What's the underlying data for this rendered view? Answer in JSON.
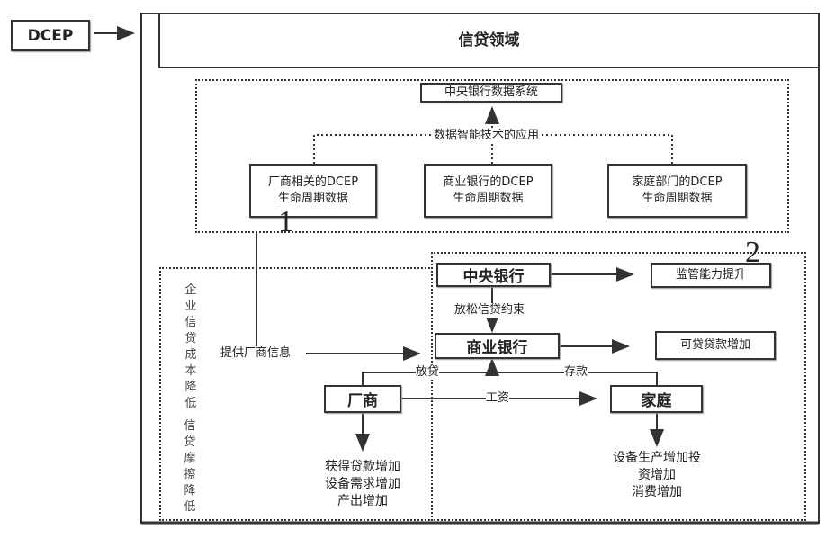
{
  "dcep": "DCEP",
  "title": "信贷领域",
  "top": {
    "system": "中央银行数据系统",
    "tech": "数据智能技术的应用",
    "boxes": [
      [
        "厂商相关的DCEP",
        "生命周期数据"
      ],
      [
        "商业银行的DCEP",
        "生命周期数据"
      ],
      [
        "家庭部门的DCEP",
        "生命周期数据"
      ]
    ]
  },
  "markers": {
    "one": "1",
    "two": "2"
  },
  "flow": {
    "central_bank": "中央银行",
    "supervision": "监管能力提升",
    "relax": "放松信贷约束",
    "commercial_bank": "商业银行",
    "loanable": "可贷贷款增加",
    "provide_info": "提供厂商信息",
    "lend": "放贷",
    "deposit": "存款",
    "firm": "厂商",
    "household": "家庭",
    "wage": "工资",
    "firm_effects": [
      "获得贷款增加",
      "设备需求增加",
      "产出增加"
    ],
    "household_effects": [
      "设备生产增加投",
      "资增加",
      "消费增加"
    ]
  },
  "side": {
    "cost": "企业信贷成本降低",
    "friction": "信贷摩擦降低"
  }
}
